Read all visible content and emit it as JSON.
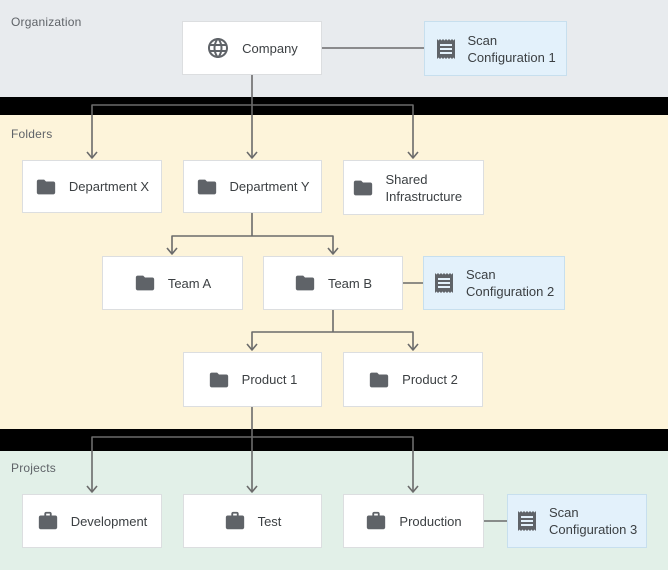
{
  "sections": {
    "organization": {
      "label": "Organization"
    },
    "folders": {
      "label": "Folders"
    },
    "projects": {
      "label": "Projects"
    }
  },
  "nodes": {
    "company": {
      "label": "Company",
      "icon": "globe-icon",
      "section": "organization"
    },
    "scan_config_1": {
      "label": "Scan Configuration 1",
      "icon": "receipt-icon",
      "section": "organization"
    },
    "department_x": {
      "label": "Department X",
      "icon": "folder-icon",
      "section": "folders"
    },
    "department_y": {
      "label": "Department Y",
      "icon": "folder-icon",
      "section": "folders"
    },
    "shared_infrastructure": {
      "label": "Shared Infrastructure",
      "icon": "folder-icon",
      "section": "folders"
    },
    "team_a": {
      "label": "Team A",
      "icon": "folder-icon",
      "section": "folders"
    },
    "team_b": {
      "label": "Team B",
      "icon": "folder-icon",
      "section": "folders"
    },
    "scan_config_2": {
      "label": "Scan Configuration 2",
      "icon": "receipt-icon",
      "section": "folders"
    },
    "product_1": {
      "label": "Product 1",
      "icon": "folder-icon",
      "section": "folders"
    },
    "product_2": {
      "label": "Product 2",
      "icon": "folder-icon",
      "section": "folders"
    },
    "development": {
      "label": "Development",
      "icon": "briefcase-icon",
      "section": "projects"
    },
    "test": {
      "label": "Test",
      "icon": "briefcase-icon",
      "section": "projects"
    },
    "production": {
      "label": "Production",
      "icon": "briefcase-icon",
      "section": "projects"
    },
    "scan_config_3": {
      "label": "Scan Configuration 3",
      "icon": "receipt-icon",
      "section": "projects"
    }
  },
  "edges": [
    {
      "from": "company",
      "to": "scan_config_1",
      "arrow": false
    },
    {
      "from": "company",
      "to": "department_x",
      "arrow": true
    },
    {
      "from": "company",
      "to": "department_y",
      "arrow": true
    },
    {
      "from": "company",
      "to": "shared_infrastructure",
      "arrow": true
    },
    {
      "from": "department_y",
      "to": "team_a",
      "arrow": true
    },
    {
      "from": "department_y",
      "to": "team_b",
      "arrow": true
    },
    {
      "from": "team_b",
      "to": "scan_config_2",
      "arrow": false
    },
    {
      "from": "team_b",
      "to": "product_1",
      "arrow": true
    },
    {
      "from": "team_b",
      "to": "product_2",
      "arrow": true
    },
    {
      "from": "product_1",
      "to": "development",
      "arrow": true
    },
    {
      "from": "product_1",
      "to": "test",
      "arrow": true
    },
    {
      "from": "product_1",
      "to": "production",
      "arrow": true
    },
    {
      "from": "production",
      "to": "scan_config_3",
      "arrow": false
    }
  ],
  "colors": {
    "organization_bg": "#e8ebee",
    "folders_bg": "#fdf4da",
    "projects_bg": "#e2f0e8",
    "scan_config_bg": "#e3f1fb",
    "scan_config_border": "#c7dfee",
    "node_bg": "#ffffff",
    "node_border": "#dcdee0",
    "divider": "#000000",
    "connector": "#6b6b6b",
    "icon": "#5f6368",
    "label_text": "#5f6368",
    "node_text": "#3c4043"
  }
}
